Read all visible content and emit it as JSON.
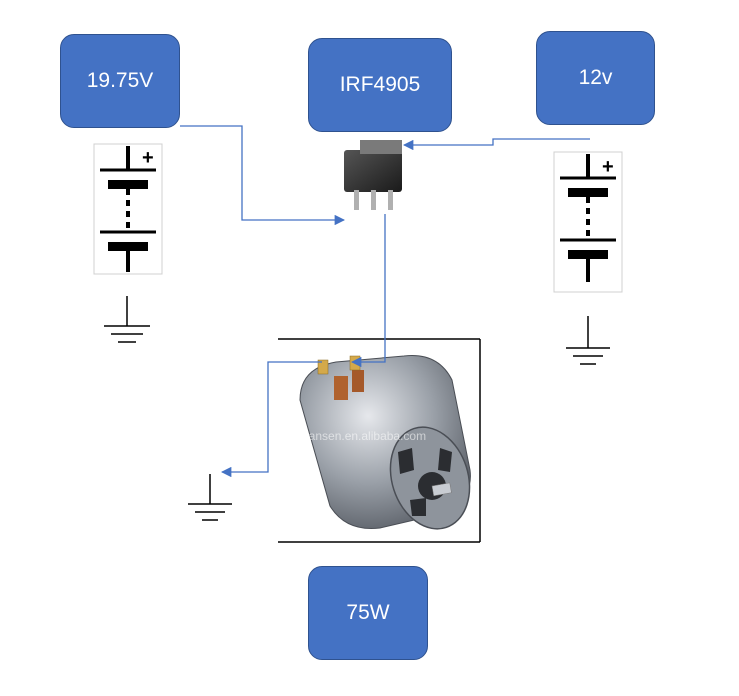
{
  "labels": {
    "battery1": "19.75V",
    "mosfet": "IRF4905",
    "battery2": "12v",
    "motor": "75W"
  },
  "watermark": "hansen.en.alibaba.com",
  "colors": {
    "box_fill": "#4472c4",
    "box_border": "#2f528f",
    "wire": "#4472c4",
    "symbol": "#000000"
  },
  "icons": [
    "battery-symbol-icon",
    "ground-symbol-icon",
    "mosfet-package-icon",
    "dc-motor-icon"
  ]
}
